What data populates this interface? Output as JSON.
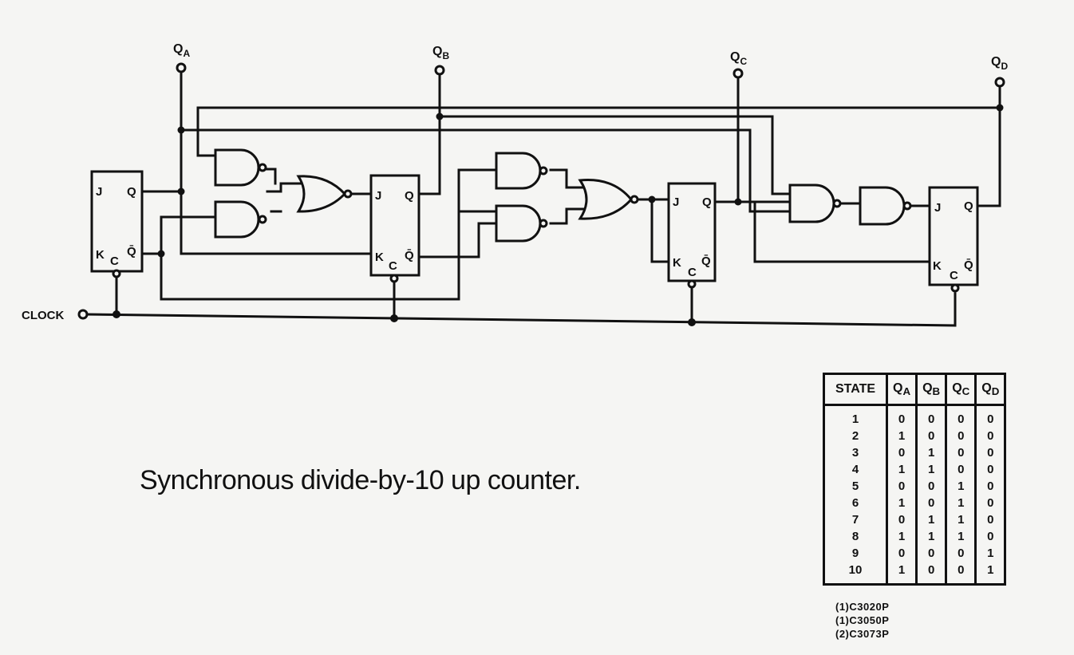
{
  "outputs": [
    {
      "main": "Q",
      "sub": "A"
    },
    {
      "main": "Q",
      "sub": "B"
    },
    {
      "main": "Q",
      "sub": "C"
    },
    {
      "main": "Q",
      "sub": "D"
    }
  ],
  "pins": {
    "j": "J",
    "k": "K",
    "q": "Q",
    "qbar": "Q̄",
    "c": "C"
  },
  "clock_label": "CLOCK",
  "caption": "Synchronous divide-by-10 up counter.",
  "table": {
    "headers": [
      "STATE",
      {
        "main": "Q",
        "sub": "A"
      },
      {
        "main": "Q",
        "sub": "B"
      },
      {
        "main": "Q",
        "sub": "C"
      },
      {
        "main": "Q",
        "sub": "D"
      }
    ],
    "rows": [
      [
        "1",
        "0",
        "0",
        "0",
        "0"
      ],
      [
        "2",
        "1",
        "0",
        "0",
        "0"
      ],
      [
        "3",
        "0",
        "1",
        "0",
        "0"
      ],
      [
        "4",
        "1",
        "1",
        "0",
        "0"
      ],
      [
        "5",
        "0",
        "0",
        "1",
        "0"
      ],
      [
        "6",
        "1",
        "0",
        "1",
        "0"
      ],
      [
        "7",
        "0",
        "1",
        "1",
        "0"
      ],
      [
        "8",
        "1",
        "1",
        "1",
        "0"
      ],
      [
        "9",
        "0",
        "0",
        "0",
        "1"
      ],
      [
        "10",
        "1",
        "0",
        "0",
        "1"
      ]
    ]
  },
  "parts": [
    "(1)C3020P",
    "(1)C3050P",
    "(2)C3073P"
  ]
}
